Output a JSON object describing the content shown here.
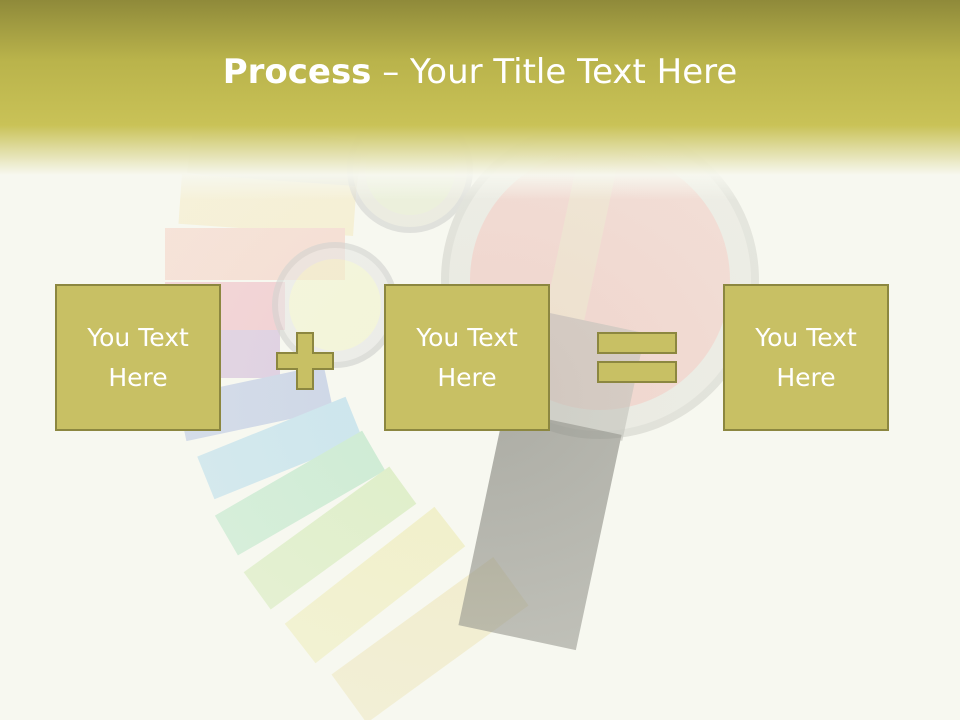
{
  "slide": {
    "title_bold": "Process",
    "title_rest": " – Your Title Text Here"
  },
  "boxes": [
    {
      "text": "You Text Here"
    },
    {
      "text": "You Text Here"
    },
    {
      "text": "You Text Here"
    }
  ],
  "operators": {
    "first": "plus-icon",
    "second": "equals-icon"
  },
  "colors": {
    "header": "#c9c257",
    "box_fill": "#c8c064",
    "box_border": "#8c8740",
    "text": "#ffffff"
  }
}
